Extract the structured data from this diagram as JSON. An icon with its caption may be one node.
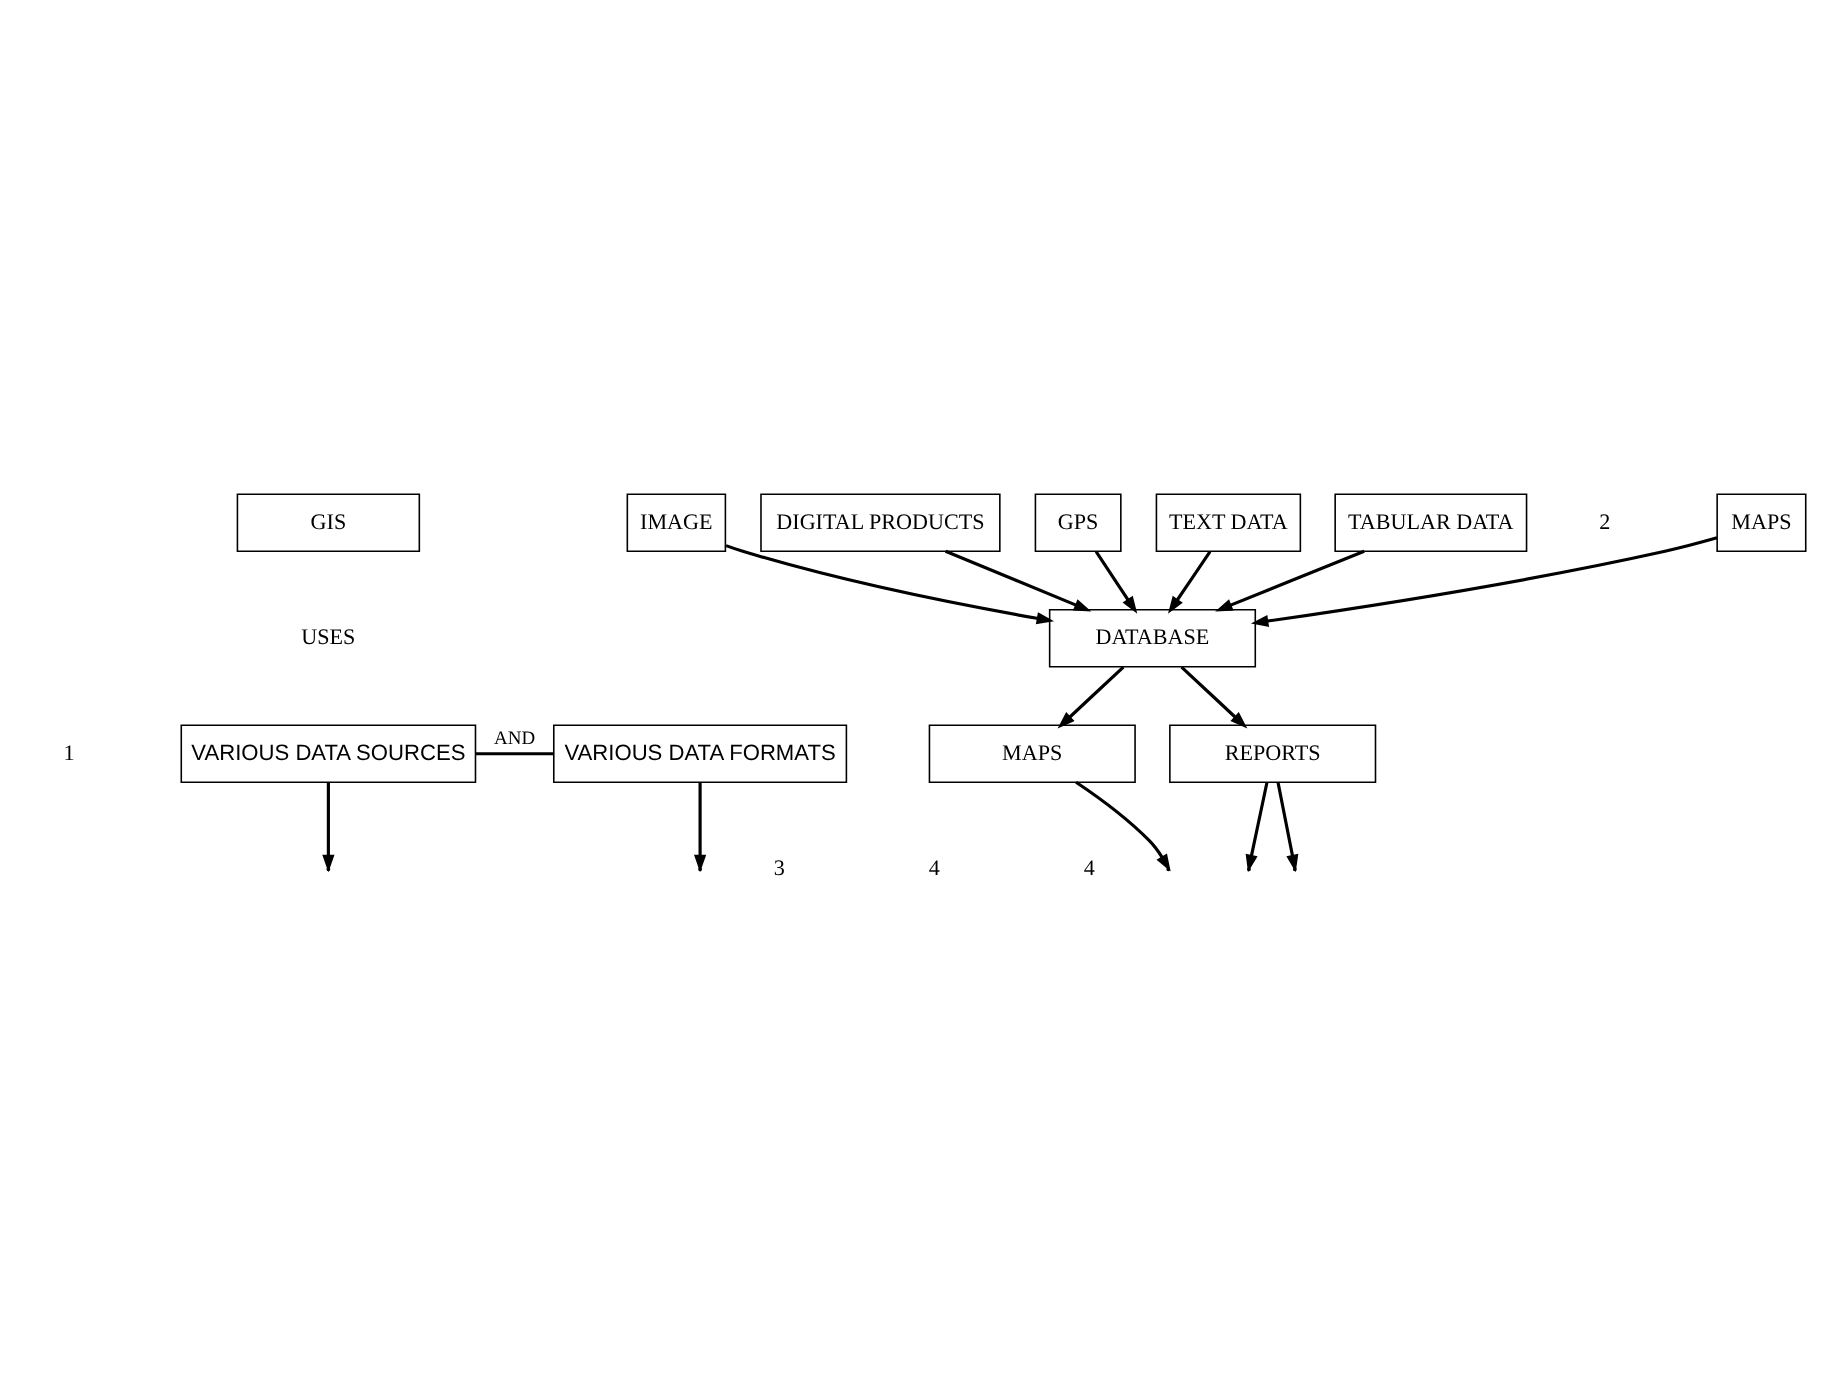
{
  "diagram": {
    "nodes": [
      {
        "text": [
          "GIS"
        ]
      },
      {
        "text": [
          "VARIOUS DATA SOURCES"
        ]
      },
      {
        "text": [
          "VARIOUS DATA FORMATS"
        ]
      },
      {
        "text": [
          "MAPS"
        ]
      },
      {
        "text": [
          "IMAGE"
        ]
      },
      {
        "text": [
          "DIGITAL PRODUCTS"
        ]
      },
      {
        "text": [
          "GPS"
        ]
      },
      {
        "text": [
          "TEXT DATA"
        ]
      },
      {
        "text": [
          "TABULAR DATA"
        ]
      },
      {
        "text": [
          "DATABASE"
        ]
      },
      {
        "text": [
          "MAPS"
        ]
      },
      {
        "text": [
          "REPORTS"
        ]
      }
    ],
    "edges": [
      {
        "from": 1,
        "to": 2,
        "arrow": "none",
        "label": "AND"
      },
      {
        "from": 1,
        "to": null,
        "arrow": "to"
      },
      {
        "from": 2,
        "to": null,
        "arrow": "to"
      },
      {
        "from": 3,
        "to": 9,
        "arrow": "to"
      },
      {
        "from": 4,
        "to": 9,
        "arrow": "to"
      },
      {
        "from": 5,
        "to": 9,
        "arrow": "to"
      },
      {
        "from": 6,
        "to": 9,
        "arrow": "to"
      },
      {
        "from": 7,
        "to": 9,
        "arrow": "to"
      },
      {
        "from": 8,
        "to": 9,
        "arrow": "to"
      },
      {
        "from": 9,
        "to": 10,
        "arrow": "to"
      },
      {
        "from": 9,
        "to": 11,
        "arrow": "to"
      },
      {
        "from": 10,
        "to": null,
        "arrow": "to"
      },
      {
        "from": 11,
        "to": null,
        "arrow": "to"
      },
      {
        "from": 11,
        "to": null,
        "arrow": "to"
      }
    ],
    "labels": [
      "USES",
      "1",
      "2",
      "3",
      "4",
      "4"
    ]
  }
}
